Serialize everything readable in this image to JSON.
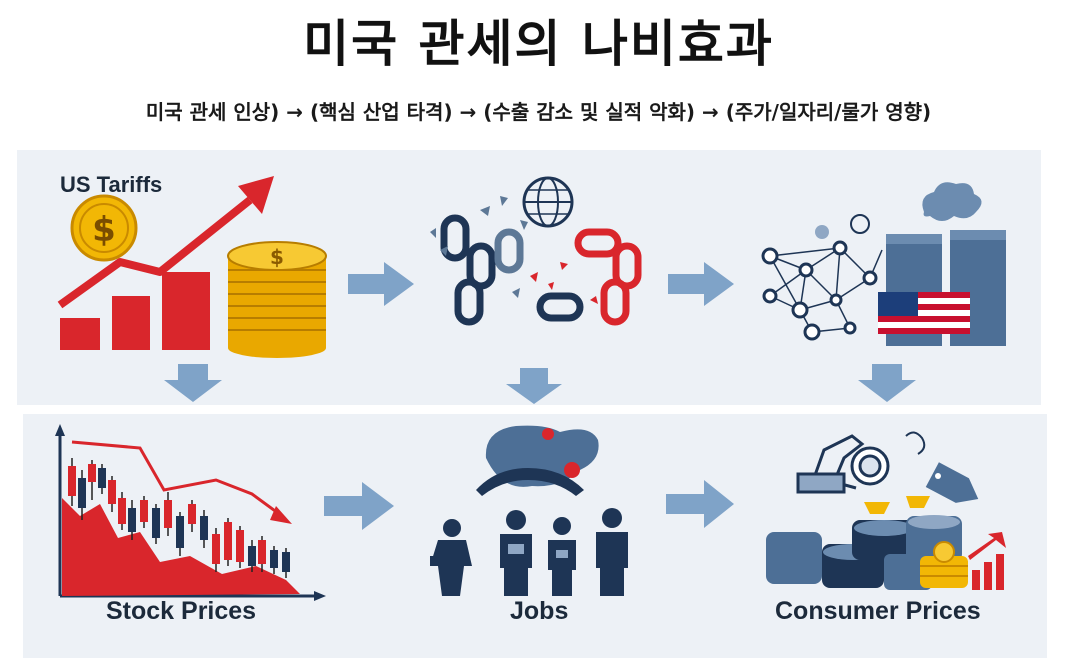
{
  "title": "미국 관세의 나비효과",
  "subtitle": "미국 관세 인상) → (핵심 산업 타격) → (수출 감소 및 실적 악화) → (주가/일자리/물가 영향)",
  "labels": {
    "tariffs": "US Tariffs",
    "stock": "Stock Prices",
    "jobs": "Jobs",
    "consumer": "Consumer Prices"
  },
  "icons": {
    "tariffs": "rising-bar-chart-with-coins-icon",
    "supply_chain": "broken-chain-globe-icon",
    "industry": "network-factory-us-flag-icon",
    "stock": "falling-candlestick-chart-icon",
    "jobs": "workers-group-icon",
    "consumer": "shipping-and-price-tag-icon"
  },
  "colors": {
    "accent_red": "#d9262c",
    "arrow_blue": "#7fa3c8",
    "navy": "#1e3555",
    "gold": "#f2b705",
    "panel_bg": "#edf1f6"
  }
}
